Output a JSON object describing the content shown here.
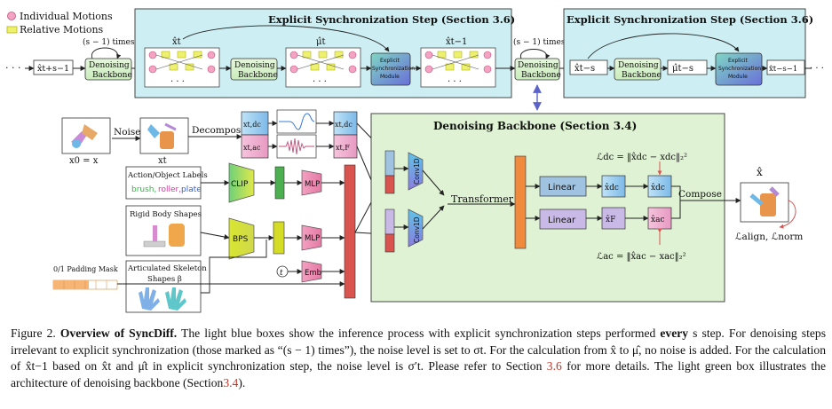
{
  "legend": {
    "individual": "Individual Motions",
    "relative": "Relative Motions"
  },
  "sync_box_1": {
    "title": "Explicit Synchronization Step (Section 3.6)",
    "repeat": "(s − 1) times",
    "denoise_label_1": "Denoising",
    "denoise_label_2": "Backbone",
    "esm_label_1": "Explicit",
    "esm_label_2": "Synchronization",
    "esm_label_3": "Module",
    "x_hat_t": "x̂t",
    "mu_hat_t": "μ̂t",
    "x_hat_t_minus_1": "x̂t−1",
    "ellipsis": "· · ·"
  },
  "sync_box_2": {
    "title": "Explicit Synchronization Step (Section 3.6)",
    "x_hat_t_minus_s": "x̂t−s",
    "mu_hat_t_minus_s": "μ̂t−s",
    "x_hat_t_minus_s_minus_1": "x̂t−s−1"
  },
  "left_chain": {
    "dots": "· · ·",
    "x_hat_t_plus_s_minus_1": "x̂t+s−1",
    "repeat": "(s − 1) times",
    "denoise_1": "Denoising",
    "denoise_2": "Backbone"
  },
  "middle_chain": {
    "repeat": "(s − 1) times",
    "denoise_1": "Denoising",
    "denoise_2": "Backbone",
    "dots": "· · ·"
  },
  "inputs": {
    "noise": "Noise",
    "decompose": "Decompose",
    "x0_eq_x": "x0 = x",
    "xt": "xt",
    "xt_dc": "xt,dc",
    "xt_ac": "xt,ac",
    "xt_dc_2": "xt,dc",
    "xt_F": "xt,F",
    "labels_title": "Action/Object Labels",
    "labels_words": [
      "brush,",
      "roller,",
      "plate"
    ],
    "rigid_title": "Rigid Body Shapes",
    "skeleton_title_1": "Articulated Skeleton",
    "skeleton_title_2": "Shapes β",
    "padding": "0/1 Padding Mask"
  },
  "modules": {
    "clip": "CLIP",
    "bps": "BPS",
    "mlp1": "MLP",
    "mlp2": "MLP",
    "emb": "Emb",
    "t_circle": "t",
    "conv1": "Conv1D",
    "conv2": "Conv1D",
    "transformer": "Transformer",
    "linear1": "Linear",
    "linear2": "Linear"
  },
  "backbone": {
    "title": "Denoising Backbone (Section 3.4)",
    "hat_dc": "x̂dc",
    "hat_F": "x̂F",
    "hat_dc_2": "x̂dc",
    "hat_ac": "x̂ac",
    "loss_dc": "ℒdc = ‖x̂dc − xdc‖₂²",
    "loss_ac": "ℒac = ‖x̂ac − xac‖₂²",
    "compose": "Compose",
    "x_hat": "x̂",
    "losses_out": "ℒalign, ℒnorm"
  },
  "caption": {
    "fig": "Figure 2.",
    "title": "Overview of SyncDiff.",
    "p1": "The light blue boxes show the inference process with explicit synchronization steps performed",
    "every": "every",
    "p2": "s step. For denoising steps irrelevant to explicit synchronization (those marked as “(s − 1) times”), the noise level is set to σt. For the calculation from x̂ to μ̂, no noise is added. For the calculation of x̂t−1 based on x̂t and μ̂t in explicit synchronization step, the noise level is σ′t. Please refer to Section",
    "ref1": "3.6",
    "p3": "for more details. The light green box illustrates the architecture of denoising backbone (Section",
    "ref2": "3.4",
    "p4": ")."
  },
  "colors": {
    "sync_bg": "#cdeef2",
    "backbone_bg": "#dff2d4",
    "linear": "#9fc3e0",
    "orange": "#f08a3c",
    "red": "#d9534f",
    "green": "#4cb050",
    "yellow": "#d4dc26"
  }
}
